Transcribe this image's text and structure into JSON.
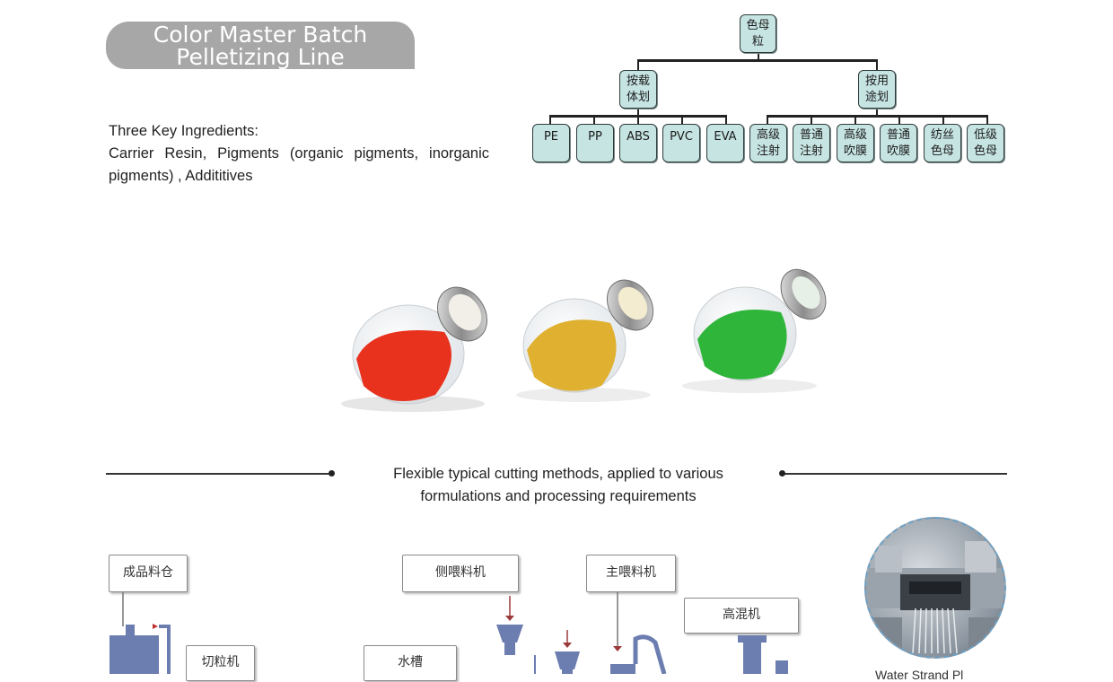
{
  "header": {
    "title_line1": "Color Master Batch",
    "title_line2": "Pelletizing Line"
  },
  "ingredients": {
    "heading": "Three Key Ingredients:",
    "body": "Carrier Resin, Pigments (organic pigments, inorganic pigments) , Addititives"
  },
  "classification_tree": {
    "root": "色母粒",
    "by_carrier": {
      "label": "按载体划",
      "items": [
        "PE",
        "PP",
        "ABS",
        "PVC",
        "EVA"
      ]
    },
    "by_use": {
      "label": "按用途划",
      "items": [
        "高级注射",
        "普通注射",
        "高级吹膜",
        "普通吹膜",
        "纺丝色母",
        "低级色母"
      ]
    },
    "node_color": "#c6e4e2"
  },
  "product_photo": {
    "jar_colors": [
      "#e8321e",
      "#e0b030",
      "#2fb53a"
    ]
  },
  "cutting": {
    "text_line1": "Flexible typical cutting methods, applied to various",
    "text_line2": "formulations and processing requirements"
  },
  "process_diagram": {
    "boxes": {
      "finished_bin": "成品料仓",
      "pelletizer": "切粒机",
      "water_tank": "水槽",
      "side_feeder": "侧喂料机",
      "main_feeder": "主喂料机",
      "high_speed_mixer": "高混机"
    }
  },
  "cut_method_label": "Water Strand Pl"
}
